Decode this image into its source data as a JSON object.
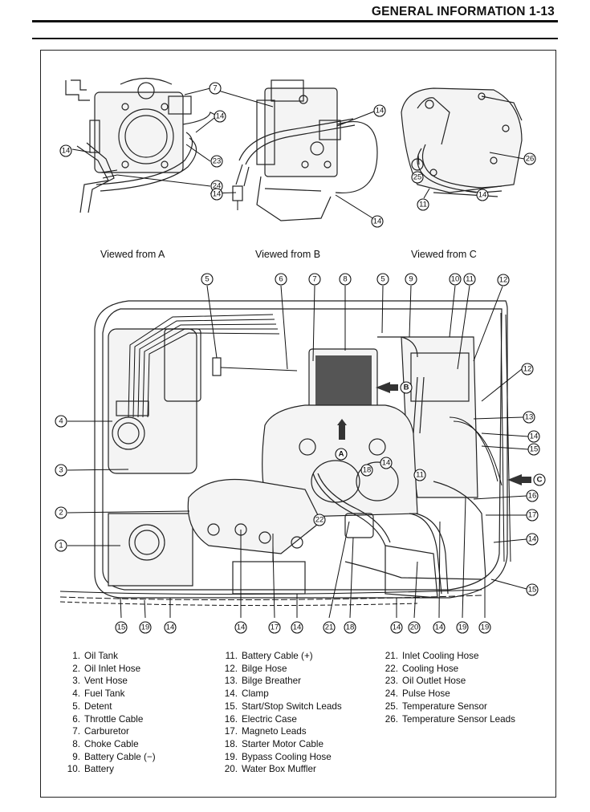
{
  "header": {
    "title": "GENERAL INFORMATION 1-13"
  },
  "views": {
    "a": "Viewed from A",
    "b": "Viewed from B",
    "c": "Viewed from C"
  },
  "markers": {
    "a": "A",
    "b": "B",
    "c": "C"
  },
  "callouts": {
    "v1_7": "7",
    "v1_14a": "14",
    "v1_14b": "14",
    "v1_23": "23",
    "v1_24": "24",
    "v2_14a": "14",
    "v2_14b": "14",
    "v2_14c": "14",
    "v3_26": "26",
    "v3_25": "25",
    "v3_11": "11",
    "v3_14": "14",
    "t5a": "5",
    "t6": "6",
    "t7": "7",
    "t8": "8",
    "t5b": "5",
    "t9": "9",
    "t10": "10",
    "t11": "11",
    "t12": "12",
    "r12": "12",
    "r13": "13",
    "r14a": "14",
    "r15a": "15",
    "r16": "16",
    "r17": "17",
    "r14b": "14",
    "r15b": "15",
    "l4": "4",
    "l3": "3",
    "l2": "2",
    "l1": "1",
    "i14": "14",
    "i18": "18",
    "i11": "11",
    "i22": "22",
    "b15": "15",
    "b19a": "19",
    "b14a": "14",
    "b14b": "14",
    "b17": "17",
    "b14c": "14",
    "b21": "21",
    "b18": "18",
    "b14d": "14",
    "b20": "20",
    "b14e": "14",
    "b19b": "19",
    "b19c": "19"
  },
  "legend": {
    "col1": [
      {
        "num": "1.",
        "label": "Oil Tank"
      },
      {
        "num": "2.",
        "label": "Oil Inlet Hose"
      },
      {
        "num": "3.",
        "label": "Vent Hose"
      },
      {
        "num": "4.",
        "label": "Fuel Tank"
      },
      {
        "num": "5.",
        "label": "Detent"
      },
      {
        "num": "6.",
        "label": "Throttle Cable"
      },
      {
        "num": "7.",
        "label": "Carburetor"
      },
      {
        "num": "8.",
        "label": "Choke Cable"
      },
      {
        "num": "9.",
        "label": "Battery Cable (−)"
      },
      {
        "num": "10.",
        "label": "Battery"
      }
    ],
    "col2": [
      {
        "num": "11.",
        "label": "Battery Cable (+)"
      },
      {
        "num": "12.",
        "label": "Bilge Hose"
      },
      {
        "num": "13.",
        "label": "Bilge Breather"
      },
      {
        "num": "14.",
        "label": "Clamp"
      },
      {
        "num": "15.",
        "label": "Start/Stop Switch Leads"
      },
      {
        "num": "16.",
        "label": "Electric Case"
      },
      {
        "num": "17.",
        "label": "Magneto Leads"
      },
      {
        "num": "18.",
        "label": "Starter Motor Cable"
      },
      {
        "num": "19.",
        "label": "Bypass Cooling Hose"
      },
      {
        "num": "20.",
        "label": "Water Box Muffler"
      }
    ],
    "col3": [
      {
        "num": "21.",
        "label": "Inlet Cooling Hose"
      },
      {
        "num": "22.",
        "label": "Cooling Hose"
      },
      {
        "num": "23.",
        "label": "Oil Outlet Hose"
      },
      {
        "num": "24.",
        "label": "Pulse Hose"
      },
      {
        "num": "25.",
        "label": "Temperature Sensor"
      },
      {
        "num": "26.",
        "label": "Temperature Sensor Leads"
      }
    ]
  }
}
